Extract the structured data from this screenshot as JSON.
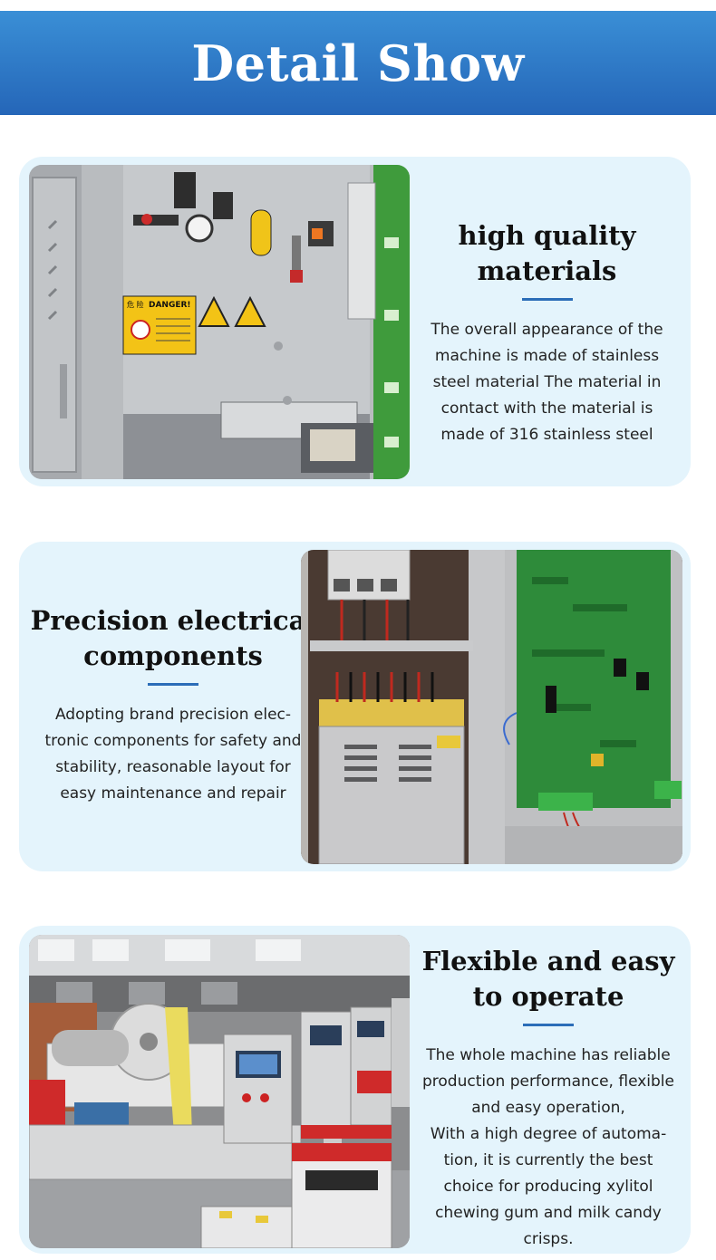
{
  "header": {
    "title": "Detail Show"
  },
  "sections": [
    {
      "heading_line1": "high quality",
      "heading_line2": "materials",
      "body_lines": [
        "The overall appearance of the",
        "machine is made of stainless",
        "steel material The material in",
        "contact with the material is",
        "made of 316 stainless steel"
      ],
      "photo_label": "DANGER!",
      "photo_label_cn": "危 险"
    },
    {
      "heading_line1": "Precision electrical",
      "heading_line2": "components",
      "body_lines": [
        "Adopting brand precision elec-",
        "tronic components for safety and",
        "stability, reasonable layout for",
        "easy maintenance and repair"
      ]
    },
    {
      "heading_line1": "Flexible and easy",
      "heading_line2": "to operate",
      "body_lines": [
        "The whole machine has reliable",
        "production performance, flexible",
        "and easy operation,",
        "With a high degree of automa-",
        "tion, it is currently the best",
        "choice for producing xylitol",
        "chewing gum and milk candy",
        "crisps."
      ]
    }
  ],
  "colors": {
    "banner_top": "#3a8fd6",
    "banner_bottom": "#2566b8",
    "card_bg": "#e4f4fc",
    "rule": "#2b6db8"
  }
}
